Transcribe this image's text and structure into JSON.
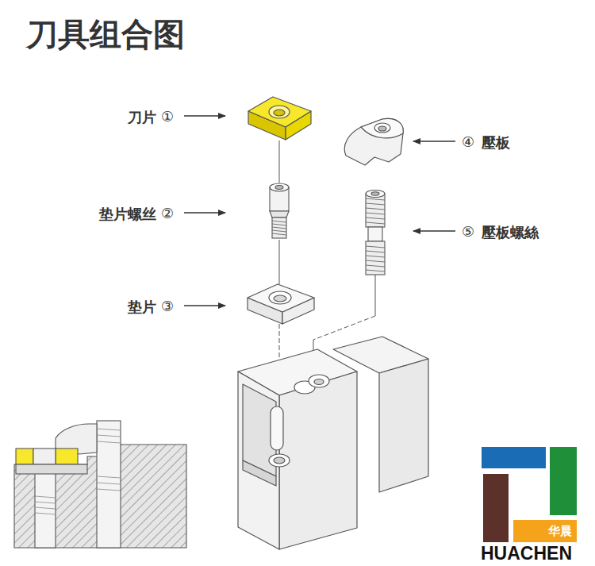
{
  "diagram": {
    "title": "刀具组合图",
    "nodes": [
      {
        "text": [
          "华晨"
        ]
      }
    ],
    "labels": [
      "刀片",
      "①",
      "垫片螺丝",
      "②",
      "垫片",
      "③",
      "④",
      "壓板",
      "⑤",
      "壓板螺絲",
      "HUACHEN"
    ]
  }
}
